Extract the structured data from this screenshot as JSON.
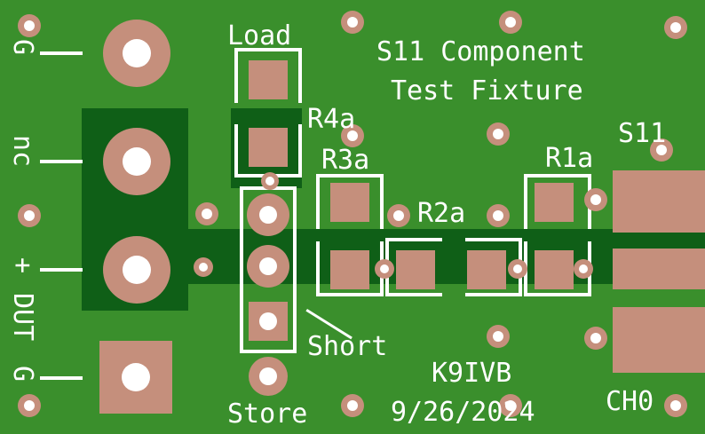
{
  "board": {
    "title_line1": "S11 Component",
    "title_line2": "Test Fixture",
    "author": "K9IVB",
    "date": "9/26/2024",
    "colors": {
      "copper_pour": "#0f5f17",
      "board": "#3a8f2c",
      "pad": "#c58f7c",
      "silkscreen": "#ffffff"
    }
  },
  "labels": {
    "load": "Load",
    "short": "Short",
    "store": "Store",
    "s11": "S11",
    "ch0": "CH0",
    "r1a": "R1a",
    "r2a": "R2a",
    "r3a": "R3a",
    "r4a": "R4a"
  },
  "edge_labels": {
    "g_top": "G",
    "nc": "nc",
    "plus": "+",
    "dut": "DUT",
    "g_bottom": "G"
  }
}
